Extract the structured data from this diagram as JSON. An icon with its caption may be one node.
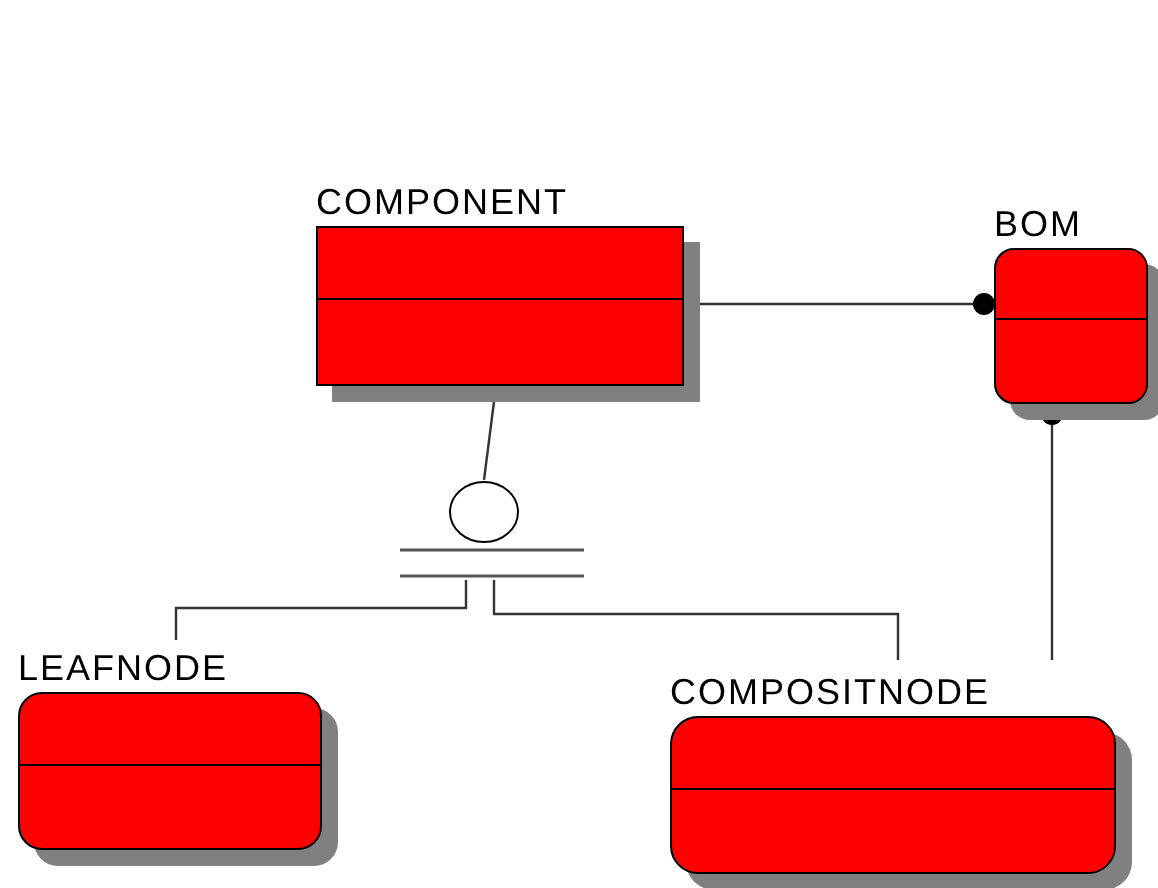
{
  "diagram": {
    "nodes": [
      {
        "text": [
          "COMPONENT"
        ]
      },
      {
        "text": [
          "BOM"
        ]
      },
      {
        "text": [],
        "shape": "circle"
      },
      {
        "text": [
          "LEAFNODE"
        ]
      },
      {
        "text": [
          "COMPOSITNODE"
        ]
      }
    ],
    "edges": [
      {
        "from": 0,
        "to": 1,
        "arrow": "other"
      },
      {
        "from": 4,
        "to": 1,
        "arrow": "other"
      },
      {
        "from": 0,
        "to": 2,
        "arrow": "none"
      },
      {
        "from": 2,
        "to": 3,
        "arrow": "none"
      },
      {
        "from": 2,
        "to": 4,
        "arrow": "none"
      }
    ]
  }
}
